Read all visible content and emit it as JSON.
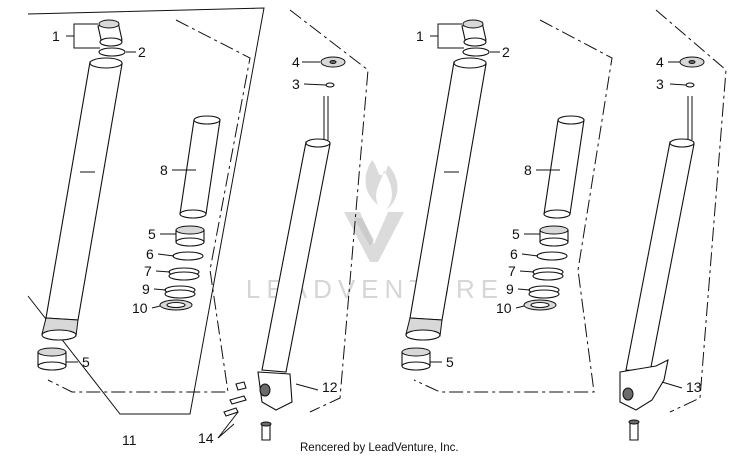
{
  "callouts": {
    "c1": "1",
    "c2": "2",
    "c3": "3",
    "c4": "4",
    "c5": "5",
    "c6": "6",
    "c7": "7",
    "c8": "8",
    "c9": "9",
    "c10": "10",
    "c11": "11",
    "c12": "12",
    "c13": "13",
    "c14": "14"
  },
  "watermark": {
    "text": "LEADVENTURE"
  },
  "credit": "Rencered by LeadVenture, Inc.",
  "colors": {
    "line": "#111111",
    "shade": "#d8d8d8",
    "watermark": "#c6c6c6"
  }
}
